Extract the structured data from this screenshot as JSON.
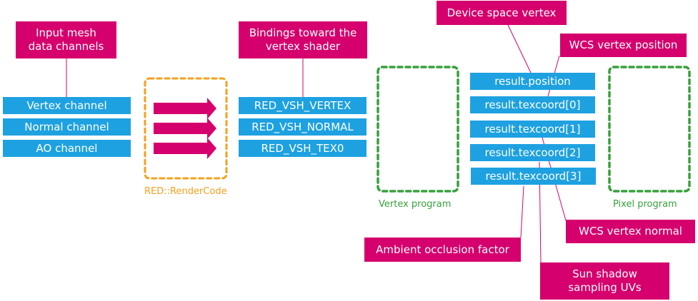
{
  "colors": {
    "callout": "#d5006d",
    "channel": "#1ea1e1",
    "render_code": "#f5a01e",
    "program": "#37a03c",
    "arrow": "#d5006d"
  },
  "input_group": {
    "label": "Input mesh\ndata channels",
    "channels": [
      "Vertex channel",
      "Normal channel",
      "AO channel"
    ]
  },
  "render_code": {
    "caption": "RED::RenderCode",
    "arrows": [
      "arrow-right-icon",
      "arrow-right-icon",
      "arrow-right-icon"
    ]
  },
  "bindings_group": {
    "label": "Bindings toward the\nvertex shader",
    "bindings": [
      "RED_VSH_VERTEX",
      "RED_VSH_NORMAL",
      "RED_VSH_TEX0"
    ]
  },
  "vertex_program": {
    "caption": "Vertex program"
  },
  "pixel_program": {
    "caption": "Pixel program"
  },
  "outputs": [
    "result.position",
    "result.texcoord[0]",
    "result.texcoord[1]",
    "result.texcoord[2]",
    "result.texcoord[3]"
  ],
  "annotations": {
    "device_space_vertex": "Device space vertex",
    "wcs_vertex_position": "WCS vertex position",
    "wcs_vertex_normal": "WCS vertex normal",
    "ambient_occlusion_factor": "Ambient occlusion factor",
    "sun_shadow_sampling_uvs": "Sun shadow\nsampling UVs"
  }
}
